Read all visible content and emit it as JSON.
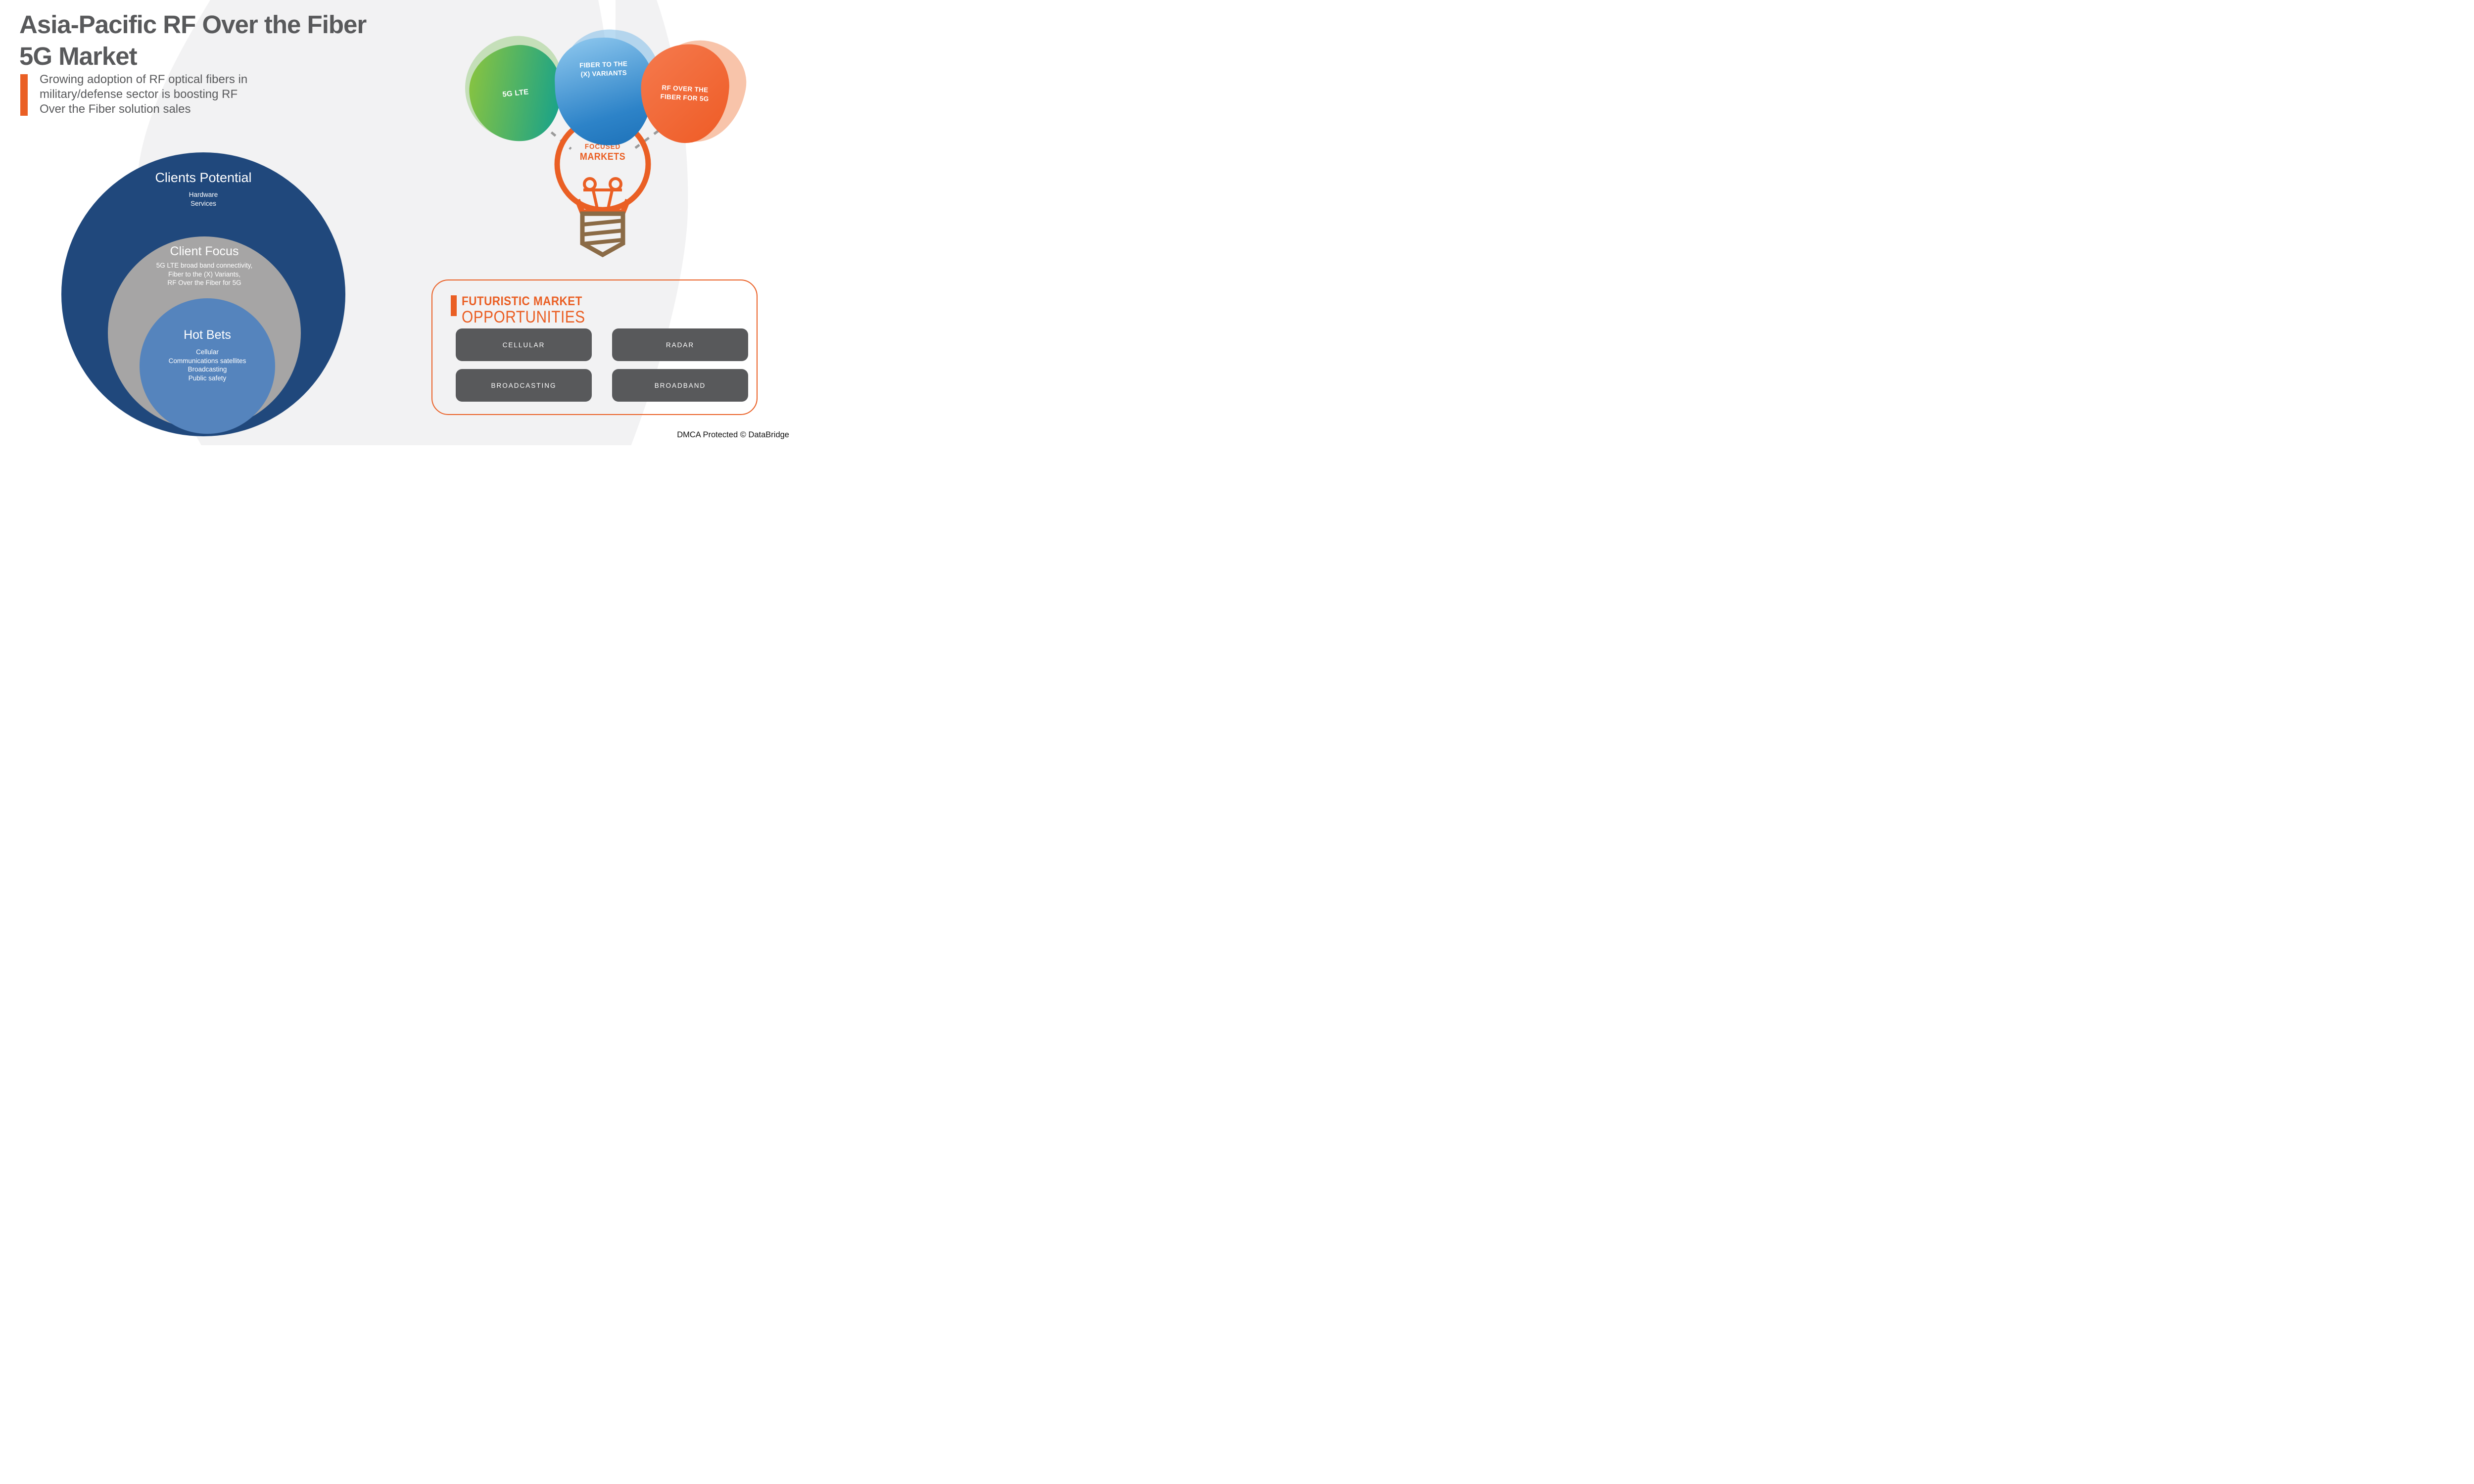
{
  "header": {
    "title_line1": "Asia-Pacific RF Over the Fiber",
    "title_line2": "5G Market",
    "subtitle_lines": [
      "Growing adoption of RF optical fibers in",
      "military/defense sector is boosting RF",
      "Over the Fiber solution sales"
    ]
  },
  "venn": {
    "outer": {
      "title": "Clients Potential",
      "items": [
        "Hardware",
        "Services"
      ]
    },
    "middle": {
      "title": "Client Focus",
      "items": [
        "5G LTE broad band connectivity,",
        "Fiber to the (X) Variants,",
        "RF Over the Fiber for 5G"
      ]
    },
    "inner": {
      "title": "Hot Bets",
      "items": [
        "Cellular",
        "Communications satellites",
        "Broadcasting",
        "Public safety"
      ]
    }
  },
  "focused_markets": {
    "green_bubble": {
      "lines": [
        "5G LTE"
      ]
    },
    "blue_bubble": {
      "lines": [
        "FIBER TO THE",
        "(X) VARIANTS"
      ]
    },
    "orange_bubble": {
      "lines": [
        "RF OVER THE",
        "FIBER FOR 5G"
      ]
    },
    "bulb_label": {
      "lines": [
        "FOCUSED",
        "MARKETS"
      ]
    }
  },
  "opportunities": {
    "heading_line1": "FUTURISTIC MARKET",
    "heading_line2": "OPPORTUNITIES",
    "buttons": [
      "CELLULAR",
      "RADAR",
      "BROADCASTING",
      "BROADBAND"
    ]
  },
  "footer": {
    "dmca": "DMCA Protected © DataBridge"
  },
  "colors": {
    "accent_orange": "#EA5F24",
    "navy_circle": "#20487C",
    "gray_circle": "#A6A5A5",
    "inner_blue_circle": "#5584BD",
    "title_gray": "#58595B",
    "button_gray": "#58595B",
    "background_blob": "#F2F2F3",
    "green_gradient": [
      "#8AC43F",
      "#14A18C"
    ],
    "blue_gradient": [
      "#90C9EF",
      "#1D71B8"
    ],
    "orange_gradient": [
      "#F57A4E",
      "#EE5B25"
    ],
    "bulb_base_brown": "#8B6B46",
    "dashed_line_gray": "#9A9A9A"
  }
}
